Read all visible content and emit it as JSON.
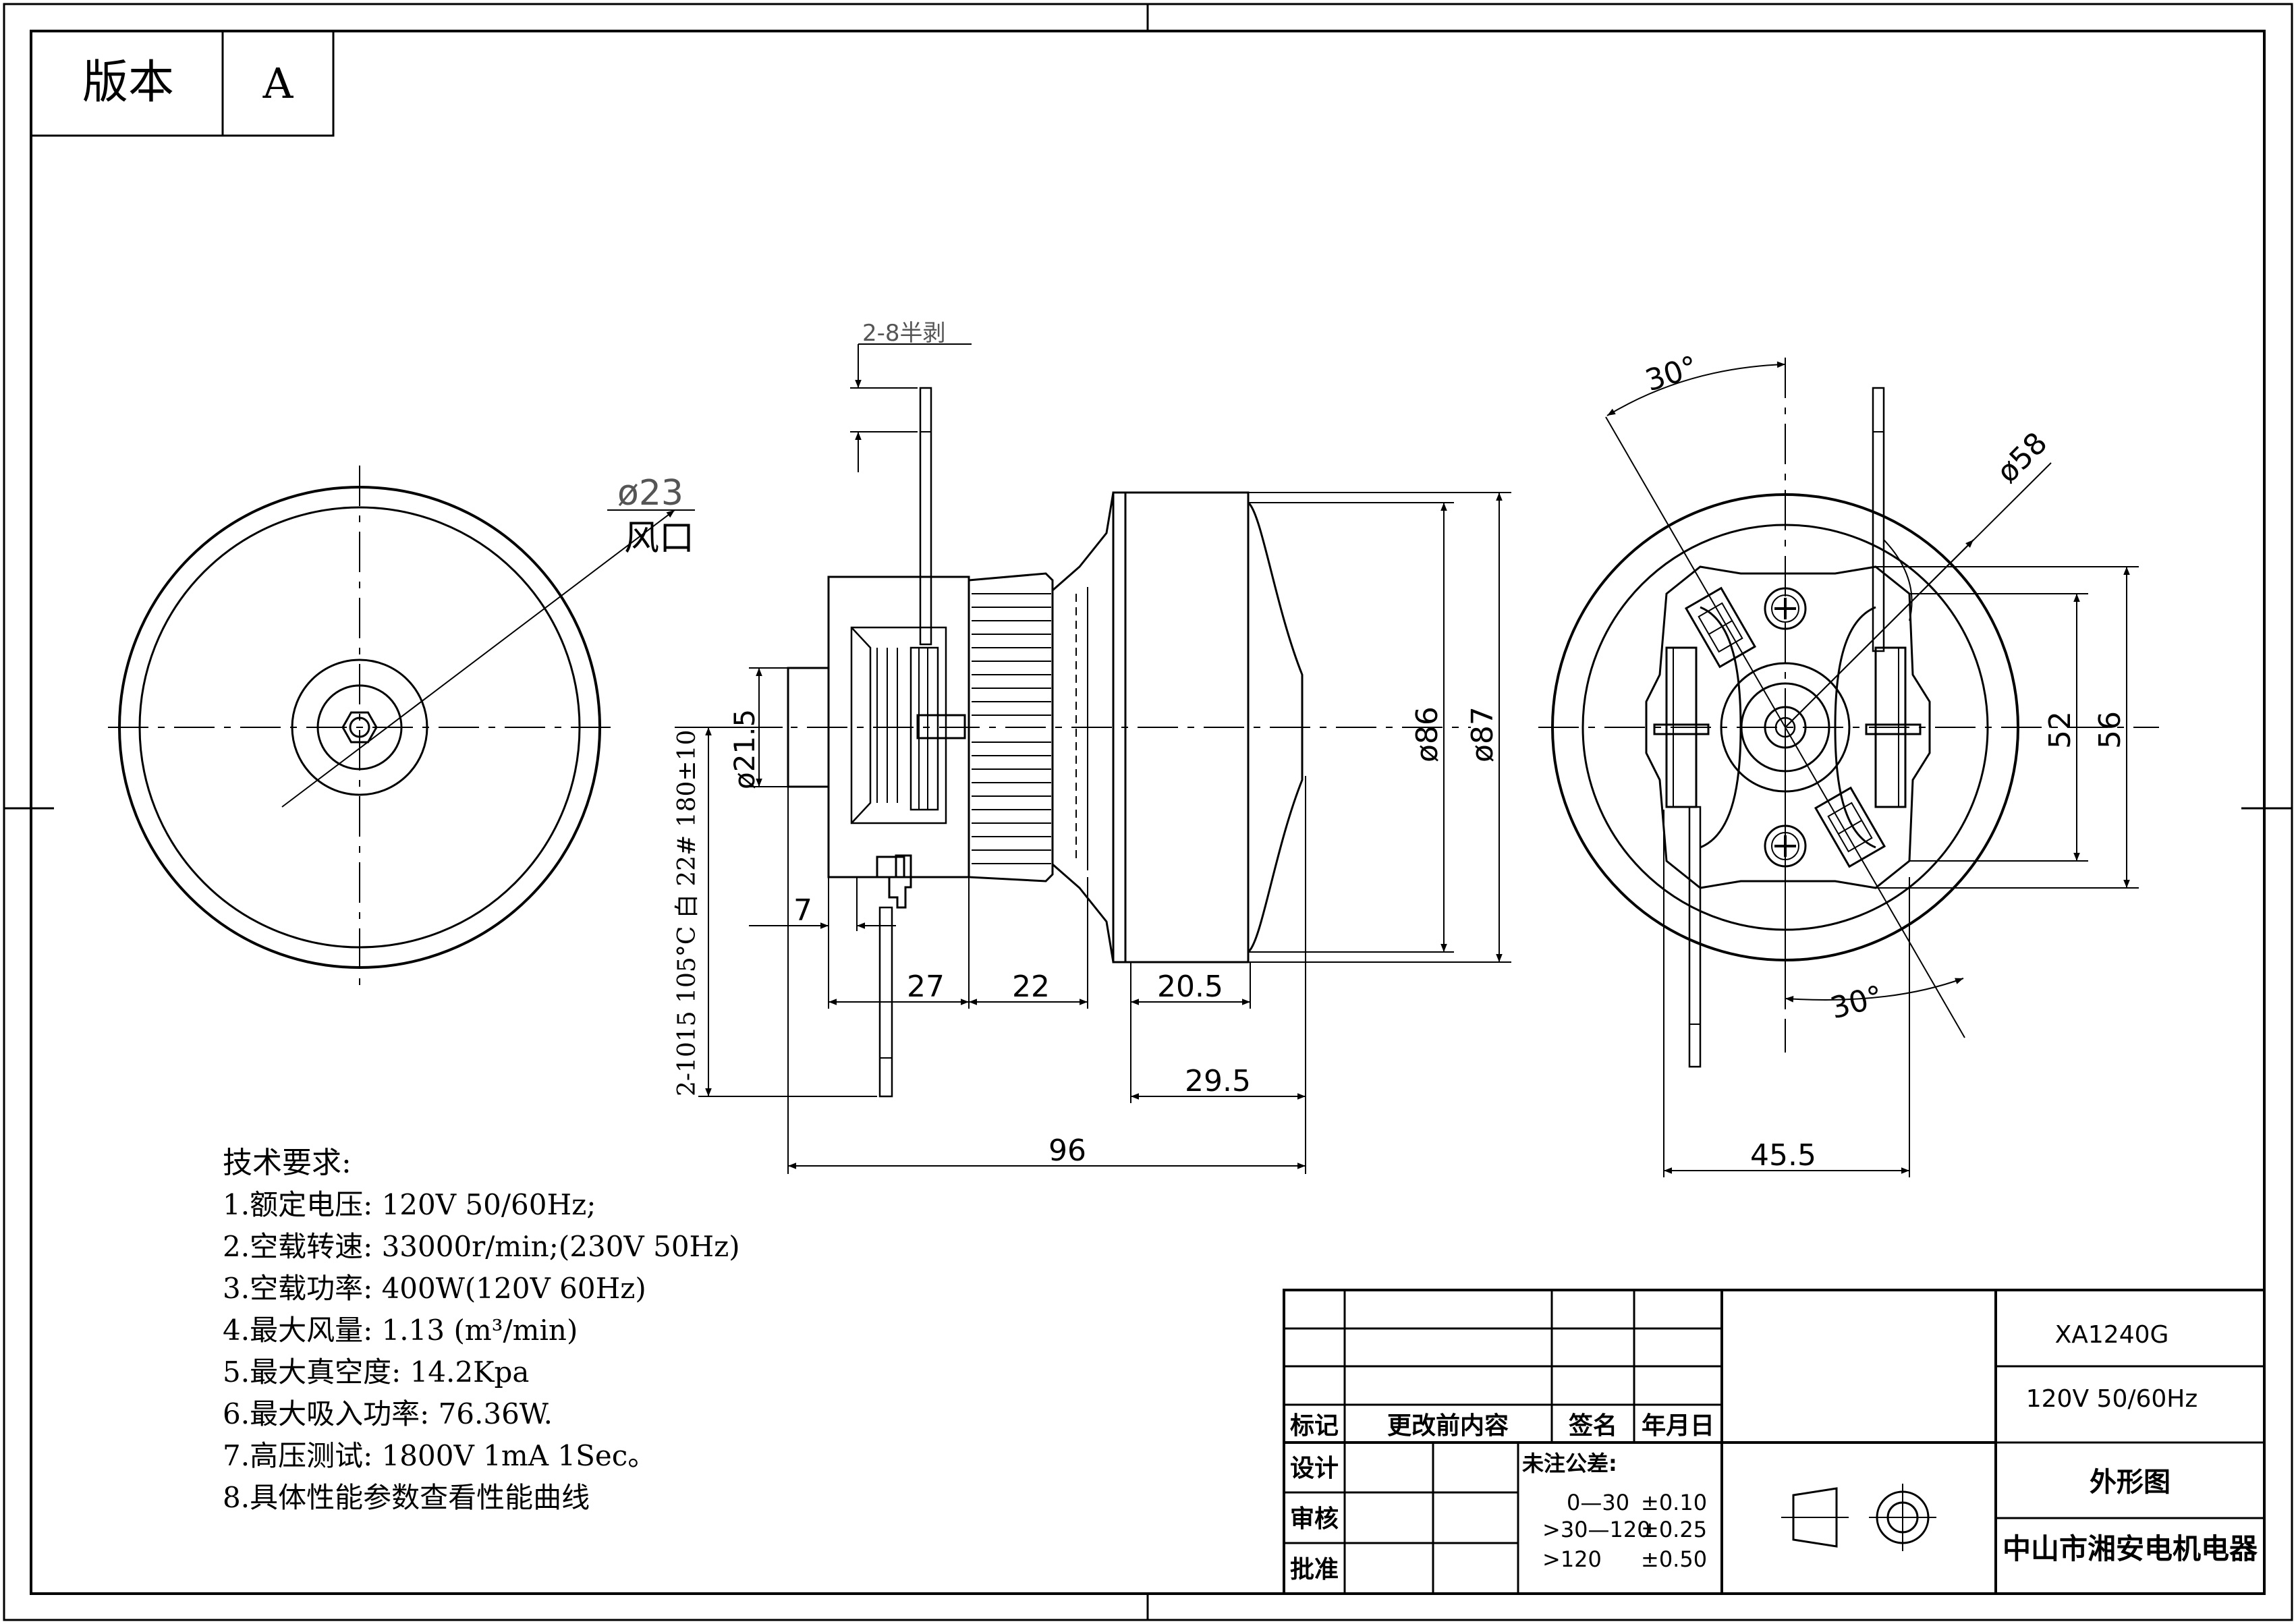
{
  "version_box": {
    "label": "版本",
    "value": "A"
  },
  "views": {
    "front": {
      "vent_dim": "ø23",
      "vent_label": "风口"
    },
    "side": {
      "strip_note": "2-8半剥",
      "wire_note": "2-1015 105°C 白 22# 180±10",
      "dia_shaft": "ø21.5",
      "dia_86": "ø86",
      "dia_87": "ø87",
      "dim_7": "7",
      "dim_27": "27",
      "dim_22": "22",
      "dim_20_5": "20.5",
      "dim_29_5": "29.5",
      "dim_96": "96"
    },
    "rear": {
      "angle_top": "30°",
      "angle_bottom": "30°",
      "dia_58": "ø58",
      "dim_52": "52",
      "dim_56": "56",
      "dim_45_5": "45.5"
    }
  },
  "tech_requirements": {
    "title": "技术要求:",
    "items": [
      "1.额定电压: 120V 50/60Hz;",
      "2.空载转速: 33000r/min;(230V 50Hz)",
      "3.空载功率: 400W(120V 60Hz)",
      "4.最大风量: 1.13 (m³/min)",
      "5.最大真空度: 14.2Kpa",
      "6.最大吸入功率: 76.36W.",
      "7.高压测试: 1800V 1mA 1Sec。",
      "8.具体性能参数查看性能曲线"
    ]
  },
  "title_block": {
    "rev_headers": {
      "mark": "标记",
      "content": "更改前内容",
      "sign": "签名",
      "date": "年月日"
    },
    "roles": {
      "design": "设计",
      "review": "审核",
      "approve": "批准"
    },
    "tolerance": {
      "title": "未注公差:",
      "rows": [
        {
          "range": "0—30",
          "value": "±0.10"
        },
        {
          "range": ">30—120",
          "value": "±0.25"
        },
        {
          "range": ">120",
          "value": "±0.50"
        }
      ]
    },
    "model": "XA1240G",
    "rating": "120V 50/60Hz",
    "drawing_name": "外形图",
    "company": "中山市湘安电机电器"
  }
}
